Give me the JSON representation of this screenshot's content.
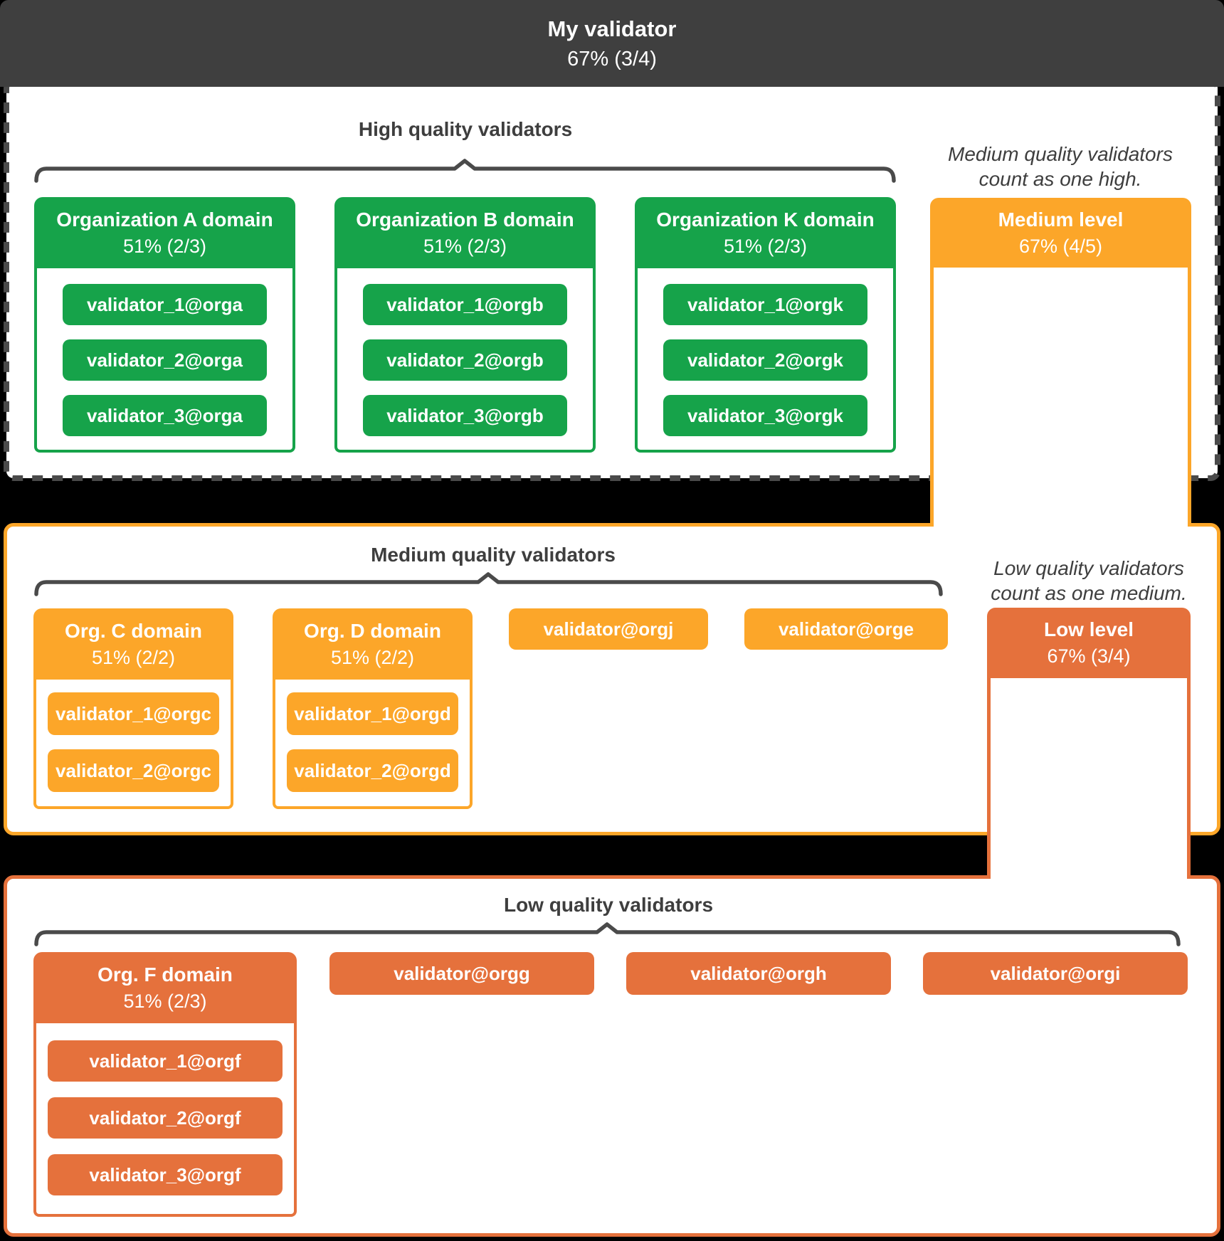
{
  "header": {
    "title": "My validator",
    "value": "67% (3/4)"
  },
  "colors": {
    "high": "#16A34A",
    "medium": "#FCA629",
    "low": "#E5713C",
    "header_bg": "#3F3F3F",
    "text": "#3E3E3E"
  },
  "high": {
    "title": "High quality validators",
    "note": {
      "line1": "Medium quality validators",
      "line2": "count as one high."
    },
    "orgs": [
      {
        "name": "Organization A domain",
        "value": "51% (2/3)",
        "validators": [
          "validator_1@orga",
          "validator_2@orga",
          "validator_3@orga"
        ]
      },
      {
        "name": "Organization B domain",
        "value": "51% (2/3)",
        "validators": [
          "validator_1@orgb",
          "validator_2@orgb",
          "validator_3@orgb"
        ]
      },
      {
        "name": "Organization K domain",
        "value": "51% (2/3)",
        "validators": [
          "validator_1@orgk",
          "validator_2@orgk",
          "validator_3@orgk"
        ]
      }
    ],
    "level_box": {
      "name": "Medium level",
      "value": "67% (4/5)"
    }
  },
  "medium": {
    "title": "Medium quality validators",
    "note": {
      "line1": "Low quality validators",
      "line2": "count as one medium."
    },
    "orgs": [
      {
        "name": "Org. C domain",
        "value": "51% (2/2)",
        "validators": [
          "validator_1@orgc",
          "validator_2@orgc"
        ]
      },
      {
        "name": "Org. D domain",
        "value": "51% (2/2)",
        "validators": [
          "validator_1@orgd",
          "validator_2@orgd"
        ]
      }
    ],
    "validators": [
      "validator@orgj",
      "validator@orge"
    ],
    "level_box": {
      "name": "Low level",
      "value": "67% (3/4)"
    }
  },
  "low": {
    "title": "Low quality validators",
    "orgs": [
      {
        "name": "Org. F domain",
        "value": "51% (2/3)",
        "validators": [
          "validator_1@orgf",
          "validator_2@orgf",
          "validator_3@orgf"
        ]
      }
    ],
    "validators": [
      "validator@orgg",
      "validator@orgh",
      "validator@orgi"
    ]
  }
}
